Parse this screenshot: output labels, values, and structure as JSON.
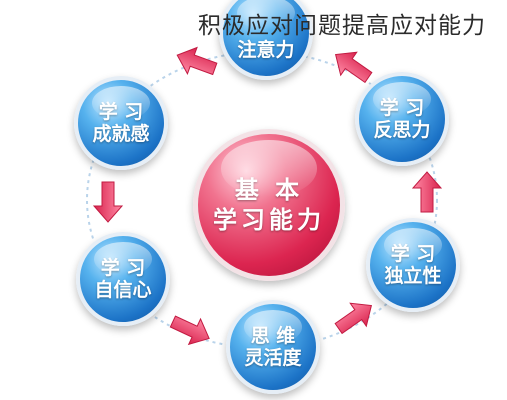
{
  "title": "积极应对问题提高应对能力",
  "center": {
    "line1": "基  本",
    "line2": "学习能力"
  },
  "nodes": {
    "attention": {
      "line1": "注意力"
    },
    "reflection": {
      "line1": "学 习",
      "line2": "反思力"
    },
    "independence": {
      "line1": "学 习",
      "line2": "独立性"
    },
    "thinking": {
      "line1": "思 维",
      "line2": "灵活度"
    },
    "confidence": {
      "line1": "学 习",
      "line2": "自信心"
    },
    "achievement": {
      "line1": "学 习",
      "line2": "成就感"
    }
  },
  "colors": {
    "node": "#1c73c7",
    "center": "#dc2550",
    "arrow": "#e8456b",
    "ring": "#b9d3ea"
  }
}
